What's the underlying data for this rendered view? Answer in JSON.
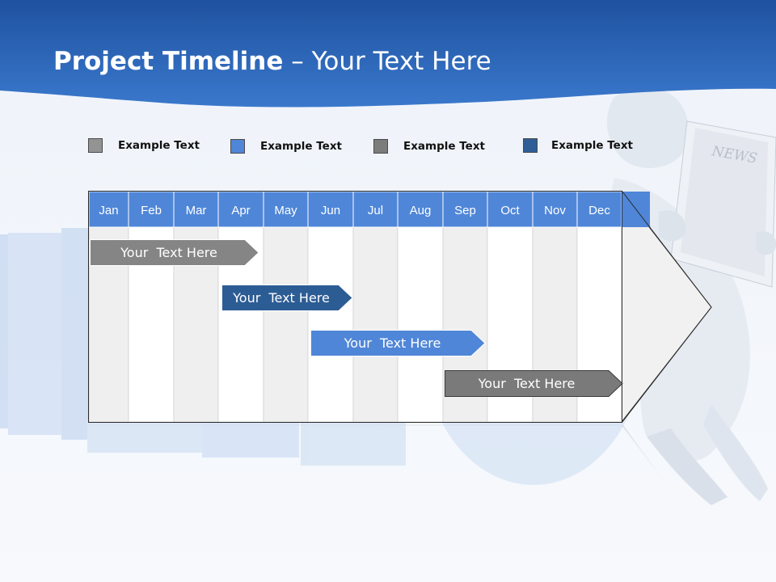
{
  "header": {
    "title_bold": "Project Timeline",
    "title_rest": " – Your Text Here"
  },
  "legend": [
    {
      "label": "Example Text",
      "color": "#939393"
    },
    {
      "label": "Example Text",
      "color": "#4f86d8"
    },
    {
      "label": "Example Text",
      "color": "#7c7c7c"
    },
    {
      "label": "Example Text",
      "color": "#2f5e96"
    }
  ],
  "months": [
    "Jan",
    "Feb",
    "Mar",
    "Apr",
    "May",
    "Jun",
    "Jul",
    "Aug",
    "Sep",
    "Oct",
    "Nov",
    "Dec"
  ],
  "tasks": [
    {
      "label": "Your  Text Here",
      "color": "#858585"
    },
    {
      "label": "Your  Text Here",
      "color": "#2c5c94"
    },
    {
      "label": "Your  Text Here",
      "color": "#4f86d8"
    },
    {
      "label": "Your  Text Here",
      "color": "#7a7a7a"
    }
  ],
  "colors": {
    "header_band": "#2b63b1",
    "month_header": "#4f86d8",
    "col_shade": "#efefef",
    "col_plain": "#ffffff"
  },
  "icons": {
    "figure": "figure-reading-newspaper-icon",
    "newspaper_text": "NEWS"
  }
}
